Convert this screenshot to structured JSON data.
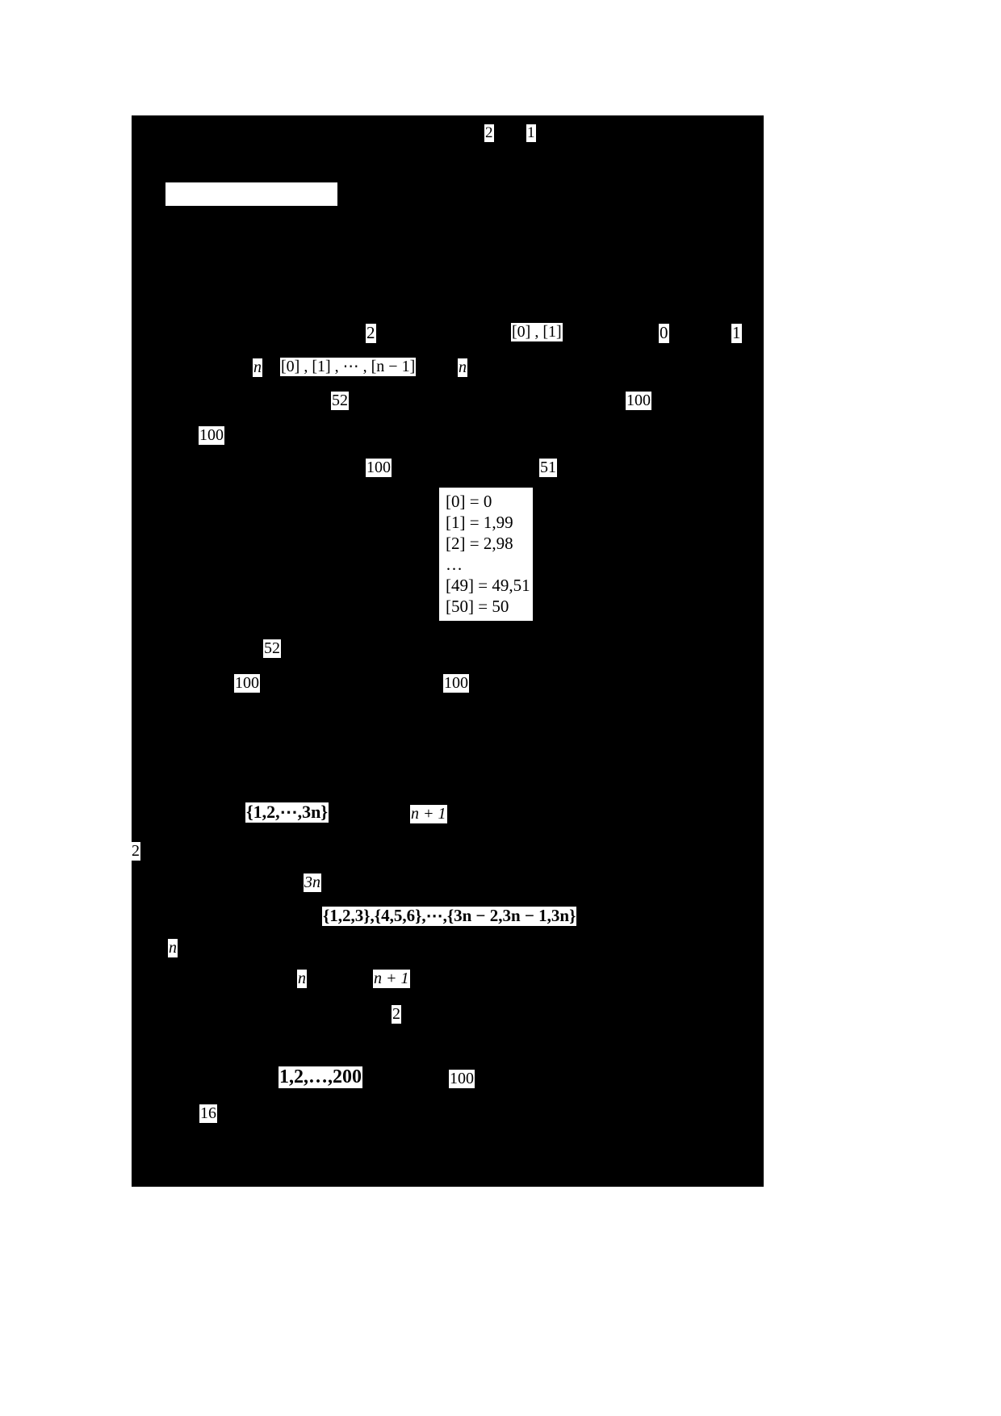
{
  "page": {
    "background_color": "#000000",
    "page_color": "#ffffff",
    "text_color": "#000000"
  },
  "header": {
    "fragments": [
      {
        "text": "2"
      },
      {
        "text": "1"
      }
    ]
  },
  "heading_bar": {
    "label": ""
  },
  "section_one": {
    "inline_math": [
      {
        "text": "2"
      },
      {
        "text": "[0] , [1]"
      },
      {
        "text": "0"
      },
      {
        "text": "1"
      },
      {
        "text": "n"
      },
      {
        "text": "[0] , [1] , ⋯ , [n − 1]"
      },
      {
        "text": "n"
      },
      {
        "text": "52"
      },
      {
        "text": "100"
      },
      {
        "text": "100"
      },
      {
        "text": "100"
      },
      {
        "text": "51"
      },
      {
        "text": "52"
      },
      {
        "text": "100"
      },
      {
        "text": "100"
      }
    ]
  },
  "display_block": {
    "lines": [
      "[0] = 0",
      "[1] = 1,99",
      "[2] = 2,98",
      "…",
      "[49] = 49,51",
      "[50] = 50"
    ]
  },
  "section_two": {
    "inline_math": [
      {
        "text": "{1,2,⋯,3n}"
      },
      {
        "text": "n + 1"
      },
      {
        "text": "2"
      },
      {
        "text": "3n"
      },
      {
        "text": "{1,2,3},{4,5,6},⋯,{3n − 2,3n − 1,3n}"
      },
      {
        "text": "n"
      },
      {
        "text": "n"
      },
      {
        "text": "n + 1"
      },
      {
        "text": "2"
      },
      {
        "text": "1,2,…,200"
      },
      {
        "text": "100"
      },
      {
        "text": "16"
      }
    ]
  },
  "fragments": {
    "hdr_2": "2",
    "hdr_1": "1",
    "f_2a": "2",
    "f_01pair": "[0] , [1]",
    "f_0": "0",
    "f_1": "1",
    "f_n_left": "n",
    "f_seq": "[0] , [1] , ⋯ , [n − 1]",
    "f_n_right": "n",
    "f_52a": "52",
    "f_100a": "100",
    "f_100b": "100",
    "f_100c": "100",
    "f_51": "51",
    "f_52b": "52",
    "f_100d": "100",
    "f_100e": "100",
    "eq_l1": "[0] = 0",
    "eq_l2": "[1] = 1,99",
    "eq_l3": "[2] = 2,98",
    "eq_l4": "…",
    "eq_l5": "[49] = 49,51",
    "eq_l6": "[50] = 50",
    "f_set3n": "{1,2,⋯,3n}",
    "f_np1a": "n + 1",
    "f_2_margin": "2",
    "f_3n": "3n",
    "f_partition": "{1,2,3},{4,5,6},⋯,{3n − 2,3n − 1,3n}",
    "f_n_marg": "n",
    "f_n_mid": "n",
    "f_np1b": "n + 1",
    "f_2b": "2",
    "f_1to200": "1,2,…,200",
    "f_100f": "100",
    "f_16": "16"
  }
}
